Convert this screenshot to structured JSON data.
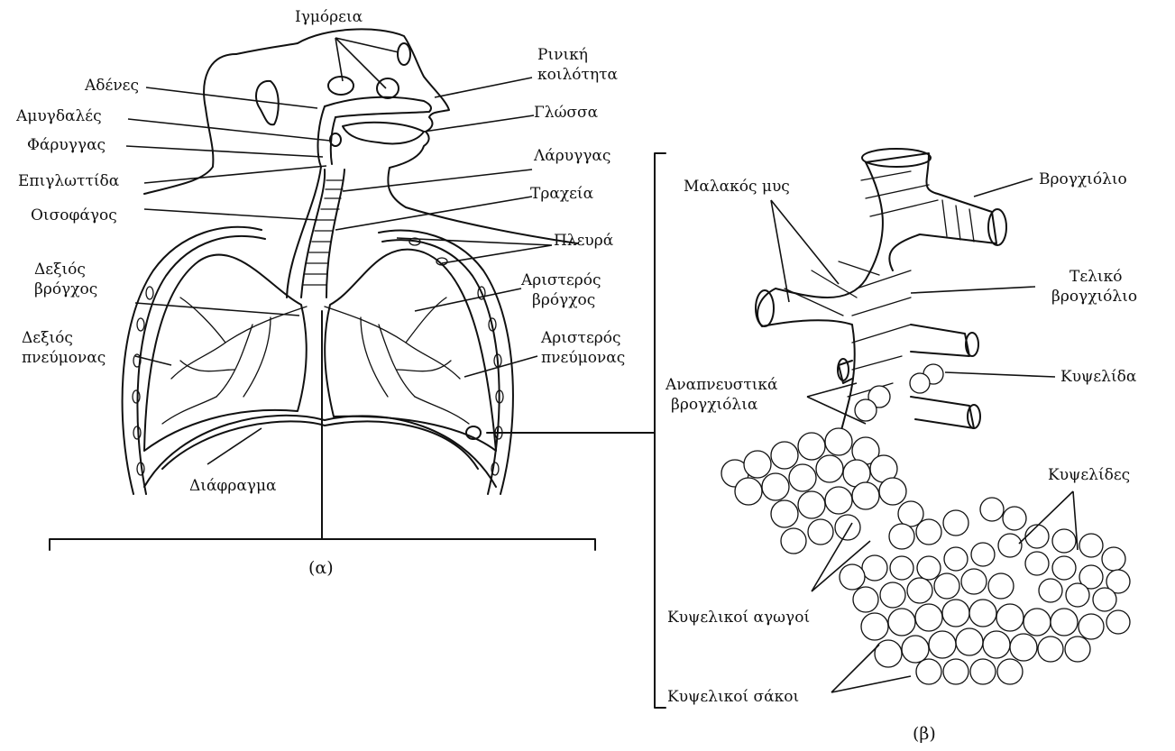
{
  "labels": {
    "sinuses": "Ιγμόρεια",
    "nasal_cavity_1": "Ρινική",
    "nasal_cavity_2": "κοιλότητα",
    "adenoids": "Αδένες",
    "tonsils": "Αμυγδαλές",
    "pharynx": "Φάρυγγας",
    "epiglottis": "Επιγλωττίδα",
    "esophagus": "Οισοφάγος",
    "tongue": "Γλώσσα",
    "larynx": "Λάρυγγας",
    "trachea": "Τραχεία",
    "pleura": "Πλευρά",
    "right_bronchus_1": "Δεξιός",
    "right_bronchus_2": "βρόγχος",
    "left_bronchus_1": "Αριστερός",
    "left_bronchus_2": "βρόγχος",
    "right_lung_1": "Δεξιός",
    "right_lung_2": "πνεύμονας",
    "left_lung_1": "Αριστερός",
    "left_lung_2": "πνεύμονας",
    "diaphragm": "Διάφραγμα",
    "smooth_muscle": "Μαλακός μυς",
    "bronchiole": "Βρογχιόλιο",
    "terminal_bronchiole_1": "Τελικό",
    "terminal_bronchiole_2": "βρογχιόλιο",
    "respiratory_bronchioles_1": "Αναπνευστικά",
    "respiratory_bronchioles_2": "βρογχιόλια",
    "alveolus": "Κυψελίδα",
    "alveoli": "Κυψελίδες",
    "alveolar_ducts": "Κυψελικοί αγωγοί",
    "alveolar_sacs": "Κυψελικοί σάκοι"
  },
  "captions": {
    "part_a": "(α)",
    "part_b": "(β)"
  }
}
